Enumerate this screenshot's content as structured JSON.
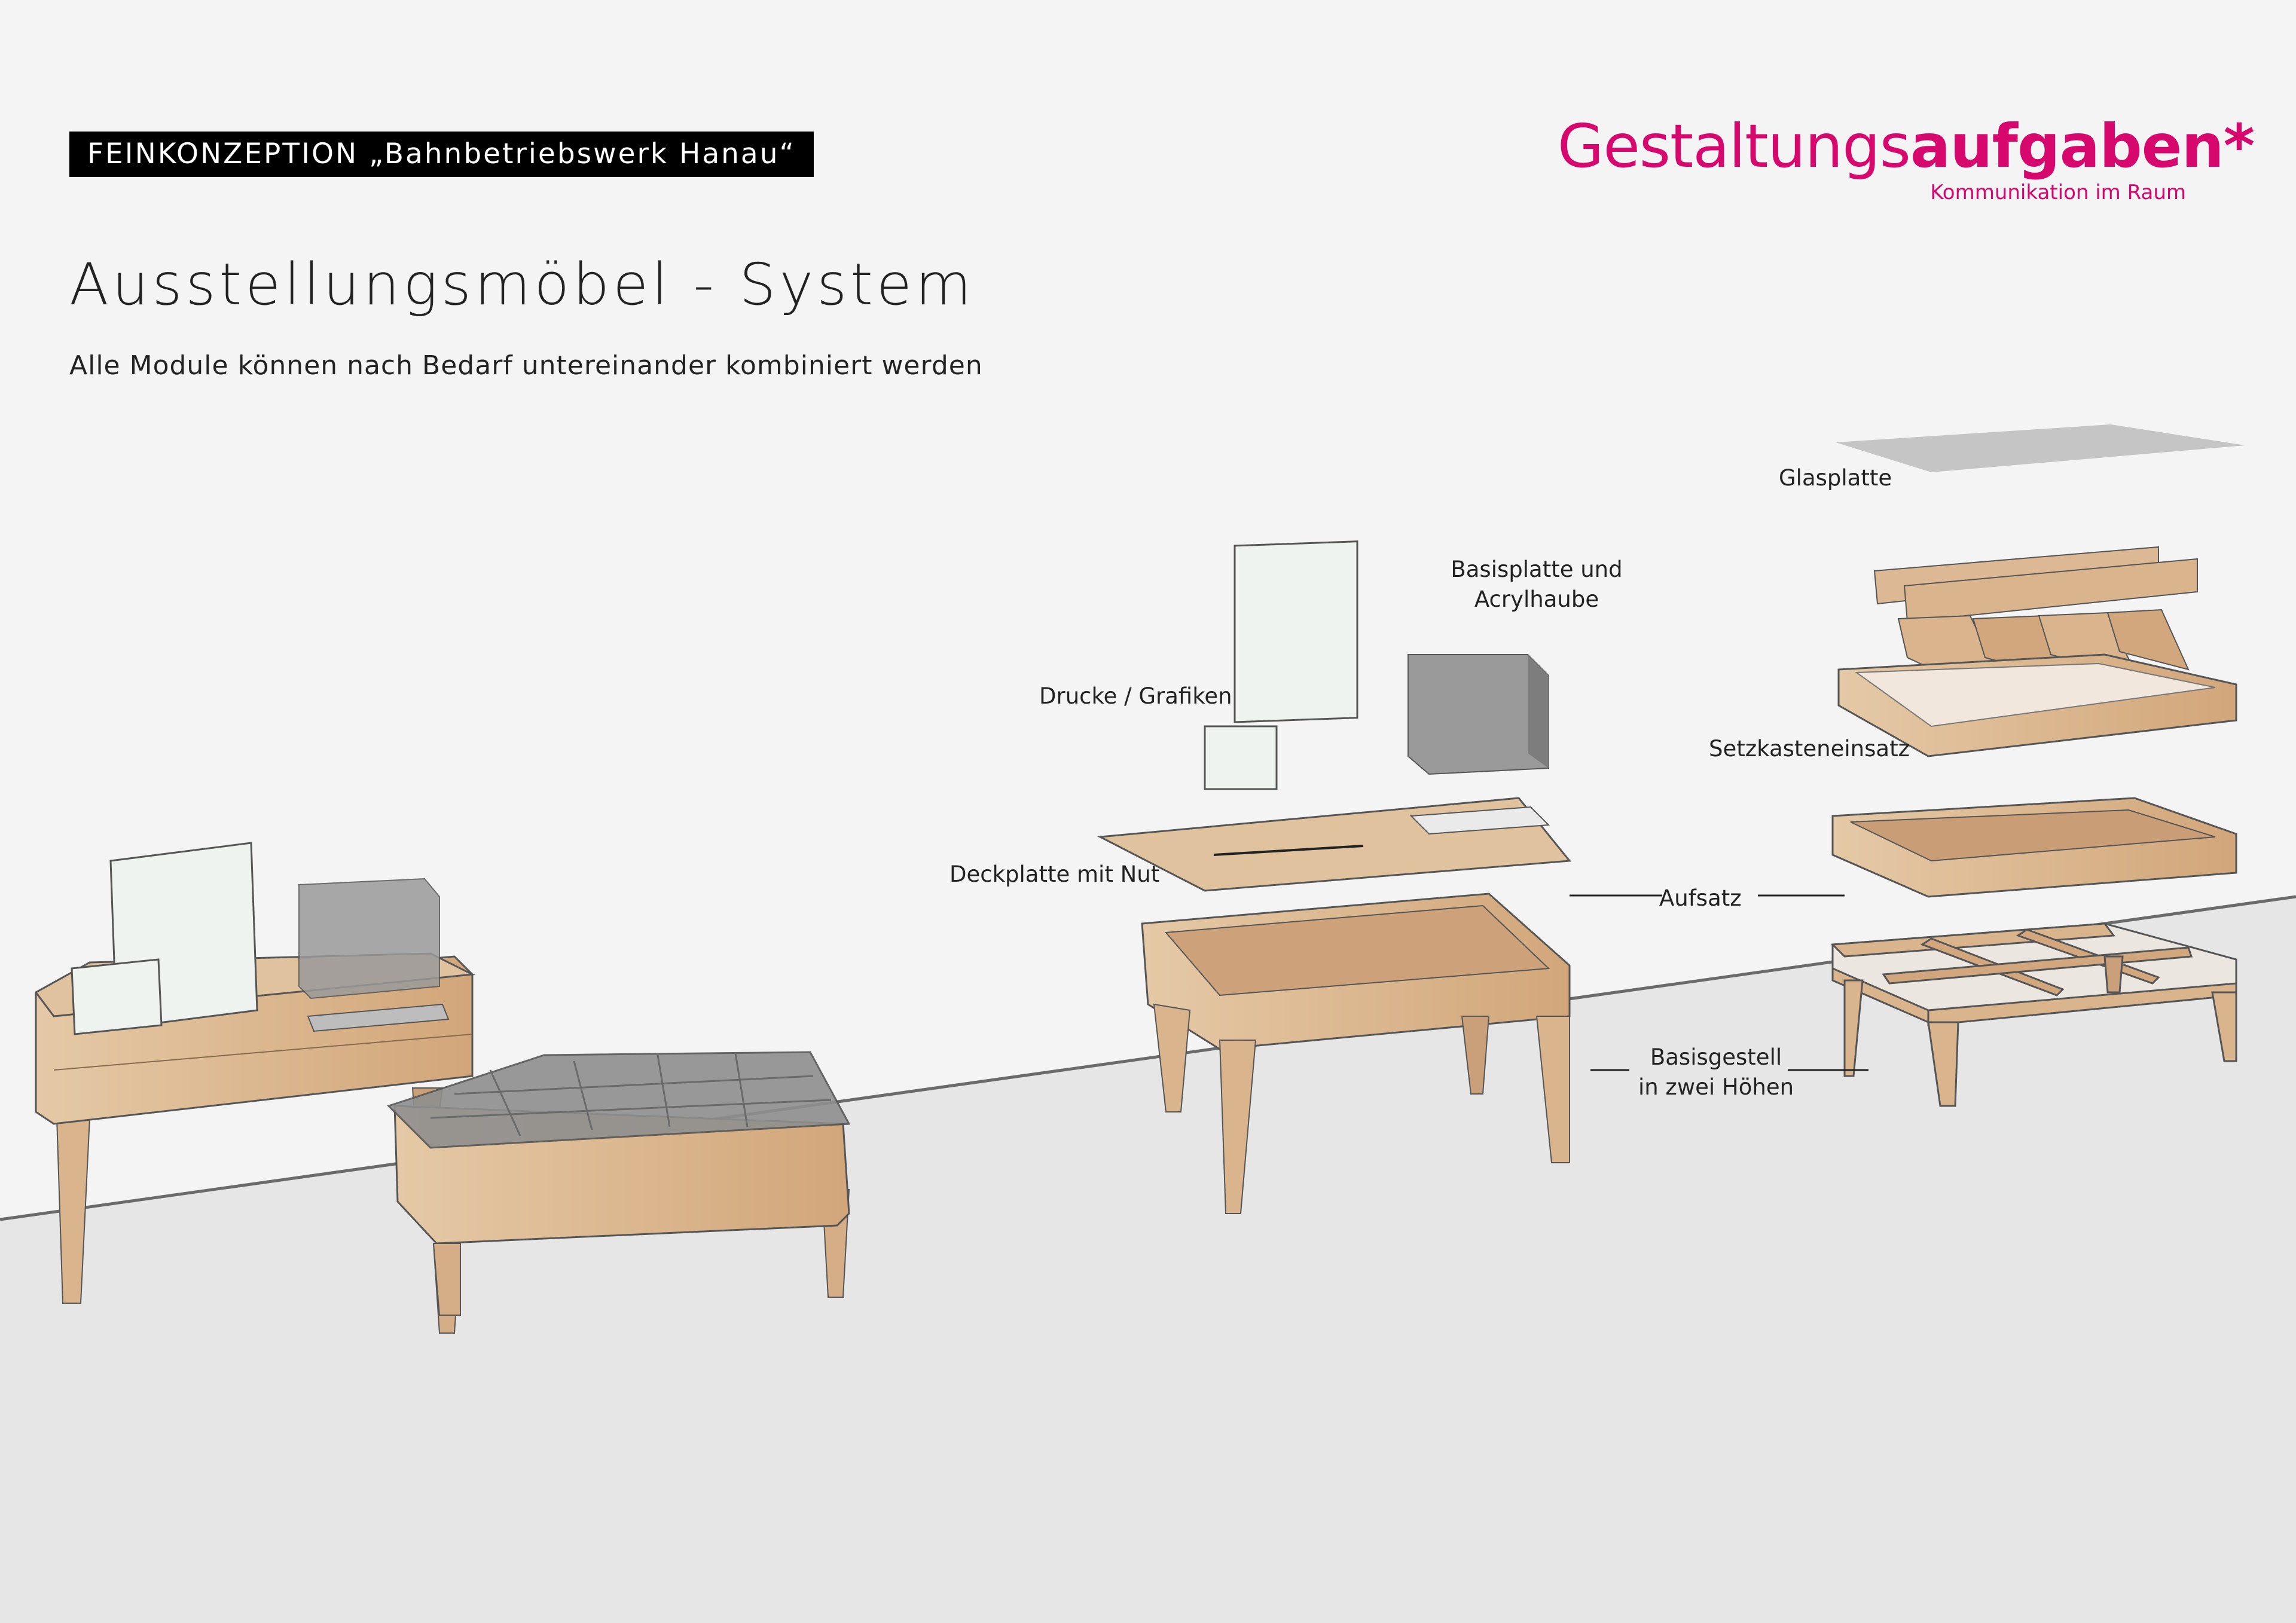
{
  "header": {
    "tagline": "FEINKONZEPTION „Bahnbetriebswerk Hanau“",
    "title": "Ausstellungsmöbel - System",
    "subtitle": "Alle Module können nach Bedarf untereinander kombiniert werden"
  },
  "brand": {
    "name_regular": "Gestaltungs",
    "name_bold": "aufgaben*",
    "tagline": "Kommunikation im Raum",
    "color": "#d6086d"
  },
  "labels": {
    "glasplatte": "Glasplatte",
    "basisplatte_line1": "Basisplatte und",
    "basisplatte_line2": "Acrylhaube",
    "drucke": "Drucke / Grafiken",
    "setzkasten": "Setzkasteneinsatz",
    "deckplatte": "Deckplatte mit Nut",
    "aufsatz": "Aufsatz",
    "basisgestell_line1": "Basisgestell",
    "basisgestell_line2": "in zwei Höhen"
  },
  "colors": {
    "wood": "#d9b48d",
    "wood_dark": "#b98a5f",
    "wall": "#f4f4f4",
    "floor": "#e4e4e4",
    "acrylic": "#8e8e8e",
    "glass": "#bdbdbd"
  }
}
